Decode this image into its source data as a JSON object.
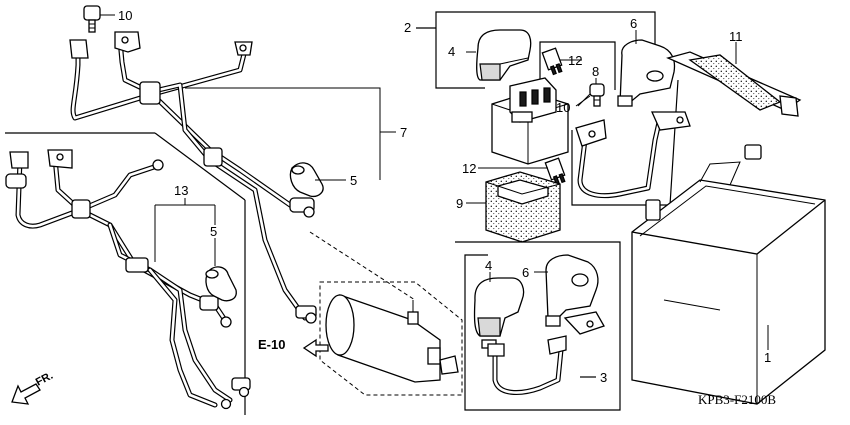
{
  "callouts": {
    "c10a": "10",
    "c2": "2",
    "c4a": "4",
    "c12a": "12",
    "c8": "8",
    "c6a": "6",
    "c11": "11",
    "c10b": "10",
    "c7": "7",
    "c5a": "5",
    "c12b": "12",
    "c9": "9",
    "c13": "13",
    "c5b": "5",
    "c4b": "4",
    "c6b": "6",
    "c1": "1",
    "c3": "3"
  },
  "reference_label": "E-10",
  "direction_label": "FR.",
  "diagram_code": "KPB3-F2100B"
}
